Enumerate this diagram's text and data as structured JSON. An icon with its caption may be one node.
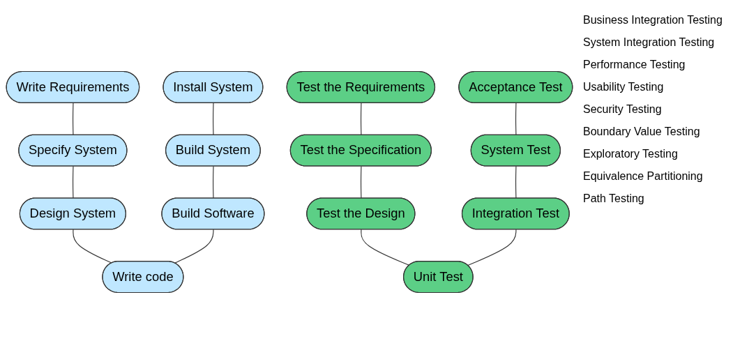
{
  "diagram": {
    "nodes": [
      {
        "text": [
          "Write Requirements"
        ]
      },
      {
        "text": [
          "Test the Requirements"
        ]
      },
      {
        "text": [
          "Specify System"
        ]
      },
      {
        "text": [
          "Test the Specification"
        ]
      },
      {
        "text": [
          "Design System"
        ]
      },
      {
        "text": [
          "Test the Design"
        ]
      },
      {
        "text": [
          "Install System"
        ]
      },
      {
        "text": [
          "Acceptance Test"
        ]
      },
      {
        "text": [
          "Build System"
        ]
      },
      {
        "text": [
          "System Test"
        ]
      },
      {
        "text": [
          "Build Software"
        ]
      },
      {
        "text": [
          "Integration Test"
        ]
      },
      {
        "text": [
          "Write code"
        ]
      },
      {
        "text": [
          "Unit Test"
        ]
      }
    ],
    "edges": [
      {
        "from": 12,
        "to": 4,
        "arrow": "none"
      },
      {
        "from": 4,
        "to": 2,
        "arrow": "none"
      },
      {
        "from": 2,
        "to": 0,
        "arrow": "none"
      },
      {
        "from": 13,
        "to": 5,
        "arrow": "none"
      },
      {
        "from": 5,
        "to": 3,
        "arrow": "none"
      },
      {
        "from": 3,
        "to": 1,
        "arrow": "none"
      },
      {
        "from": 12,
        "to": 10,
        "arrow": "none"
      },
      {
        "from": 10,
        "to": 8,
        "arrow": "none"
      },
      {
        "from": 8,
        "to": 6,
        "arrow": "none"
      },
      {
        "from": 13,
        "to": 11,
        "arrow": "none"
      },
      {
        "from": 11,
        "to": 9,
        "arrow": "none"
      },
      {
        "from": 9,
        "to": 7,
        "arrow": "none"
      }
    ],
    "labels": [
      "Business Integration Testing",
      "System Integration Testing",
      "Performance Testing",
      "Usability Testing",
      "Security Testing",
      "Boundary Value Testing",
      "Exploratory Testing",
      "Equivalence Partitioning",
      "Path Testing"
    ]
  }
}
